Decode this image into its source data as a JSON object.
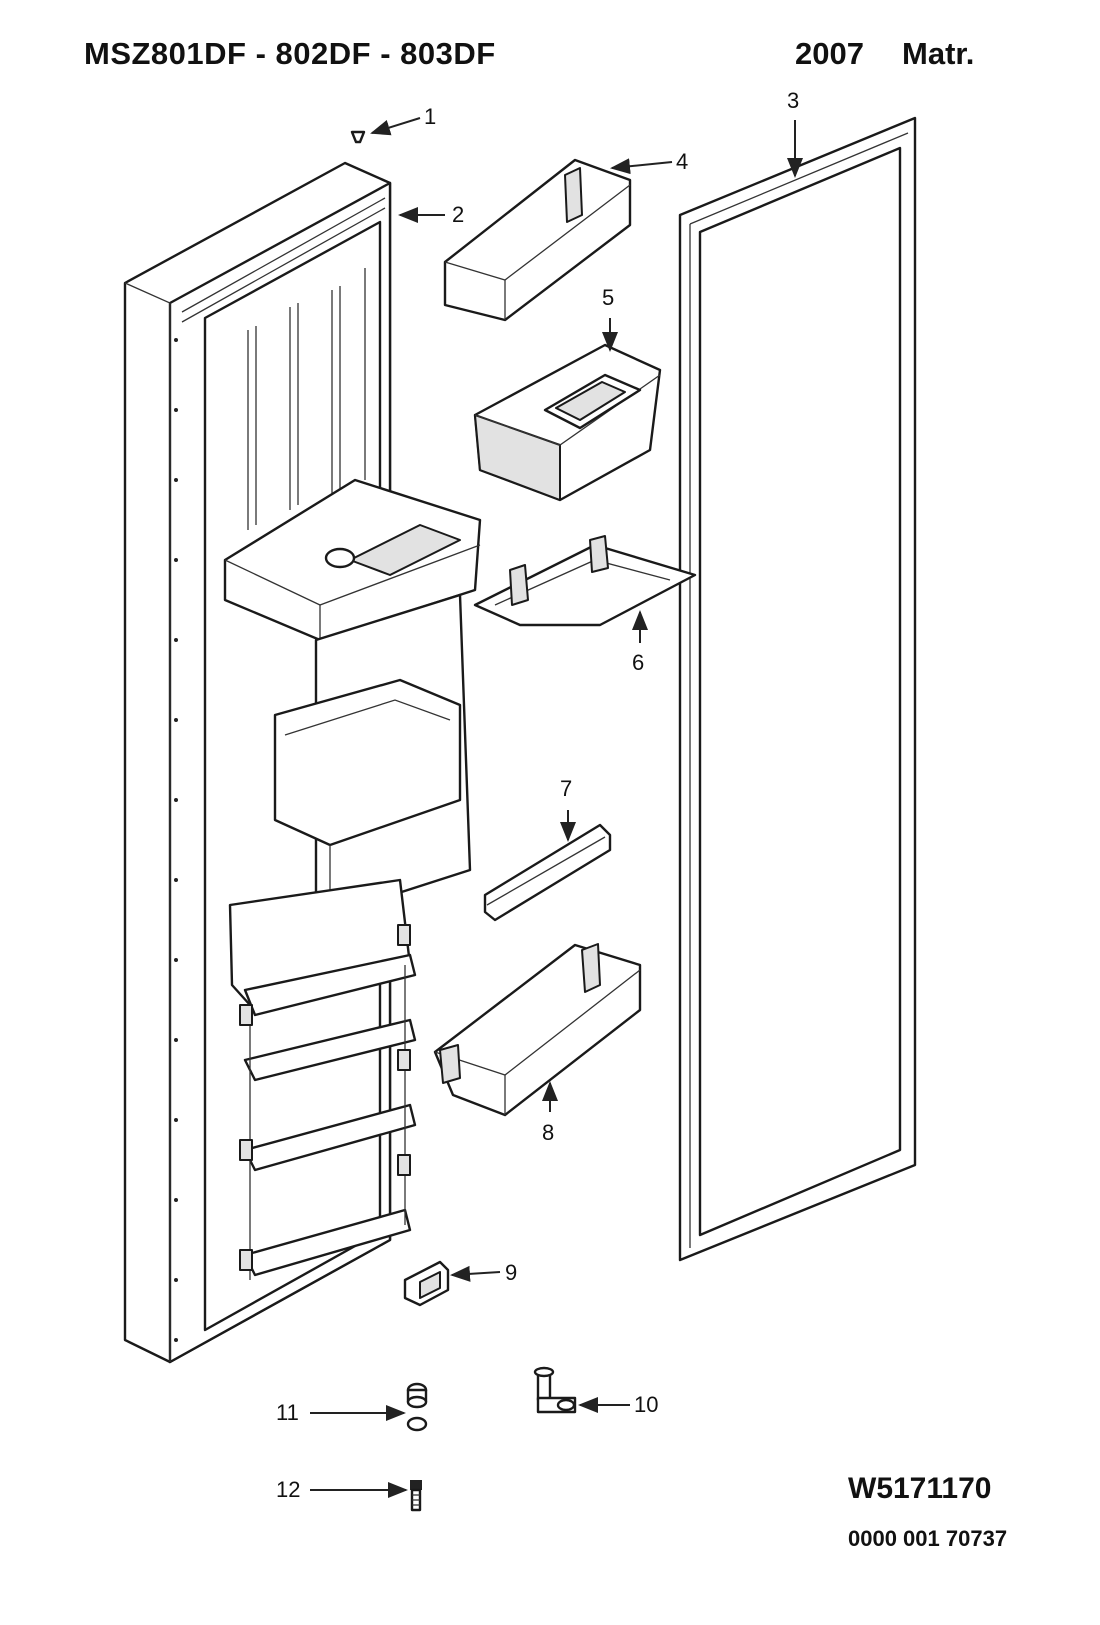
{
  "header": {
    "title": "MSZ801DF - 802DF - 803DF",
    "year": "2007",
    "matr": "Matr."
  },
  "footer": {
    "code": "W5171170",
    "number": "0000 001 70737"
  },
  "callouts": [
    "1",
    "2",
    "3",
    "4",
    "5",
    "6",
    "7",
    "8",
    "9",
    "10",
    "11",
    "12"
  ]
}
